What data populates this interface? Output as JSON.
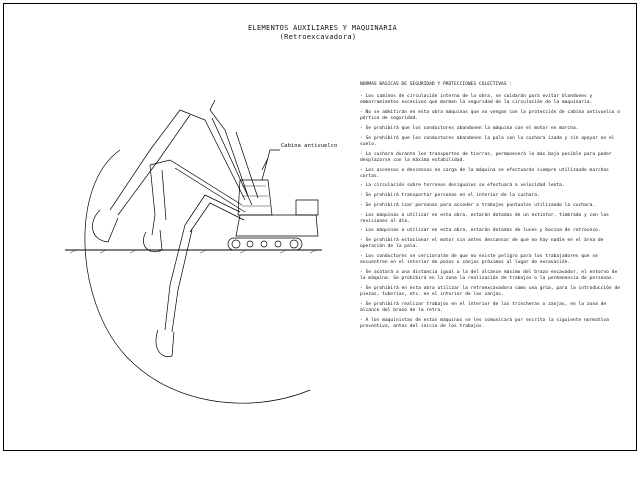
{
  "title": {
    "line1": "ELEMENTOS AUXILIARES Y MAQUINARIA",
    "line2": "(Retroexcavadora)"
  },
  "callout": {
    "label": "Cabina antivuelco"
  },
  "notes": {
    "heading": "NORMAS BASICAS DE SEGURIDAD Y PROTECCIONES COLECTIVAS :",
    "items": [
      "- Los caminos de circulación interna de la obra, se cuidarán para evitar blandones y embarramientos excesivos que mermen la seguridad de la circulación de la maquinaria.",
      "- No se admitirán en esta obra máquinas que no vengan con la protección de cabina antivuelco o pórtico de seguridad.",
      "- Se prohibirá que los conductores abandonen la máquina con el motor en marcha.",
      "- Se prohibirá que los conductores abandonen la pala con la cuchara izada y sin apoyar en el suelo.",
      "- La cuchara durante los transportes de tierras, permanecerá lo más baja posible para poder desplazarse con la máxima estabilidad.",
      "- Los ascensos o descensos en carga de la máquina se efectuarán siempre utilizando marchas cortas.",
      "- La circulación sobre terrenos desiguales se efectuará a velocidad lenta.",
      "- Se prohibirá transportar personas en el interior de la cuchara.",
      "- Se prohibirá izar personas para acceder a trabajos puntuales utilizando la cuchara.",
      "- Las máquinas a utilizar en esta obra, estarán dotadas de un extintor, timbrado y con las revisiones al día.",
      "- Las máquinas a utilizar en esta obra, estarán dotadas de luces y bocina de retroceso.",
      "- Se prohibirá estacionar el motor sin antes descansar de que no hay nadie en el área de operación de la pala.",
      "- Los conductores se cerciorarán de que no existe peligro para los trabajadores que se encuentren en el interior de pozos o zanjas próximos al lugar de excavación.",
      "- Se acotará a una distancia igual a la del alcance máximo del brazo excavador, el entorno de la máquina. Se prohibirá en la zona la realización de trabajos o la permanencia de personas.",
      "- Se prohibirá en esta obra utilizar la retroexcavadora como una grúa, para la introducción de piezas, tuberías, etc. en el interior de las zanjas.",
      "- Se prohibirá realizar trabajos en el interior de las trincheras o zanjas, en la zona de alcance del brazo de la retro.",
      "- A los maquinistas de estas máquinas se les comunicará por escrito la siguiente normativa preventiva, antes del inicio de los trabajos."
    ]
  }
}
